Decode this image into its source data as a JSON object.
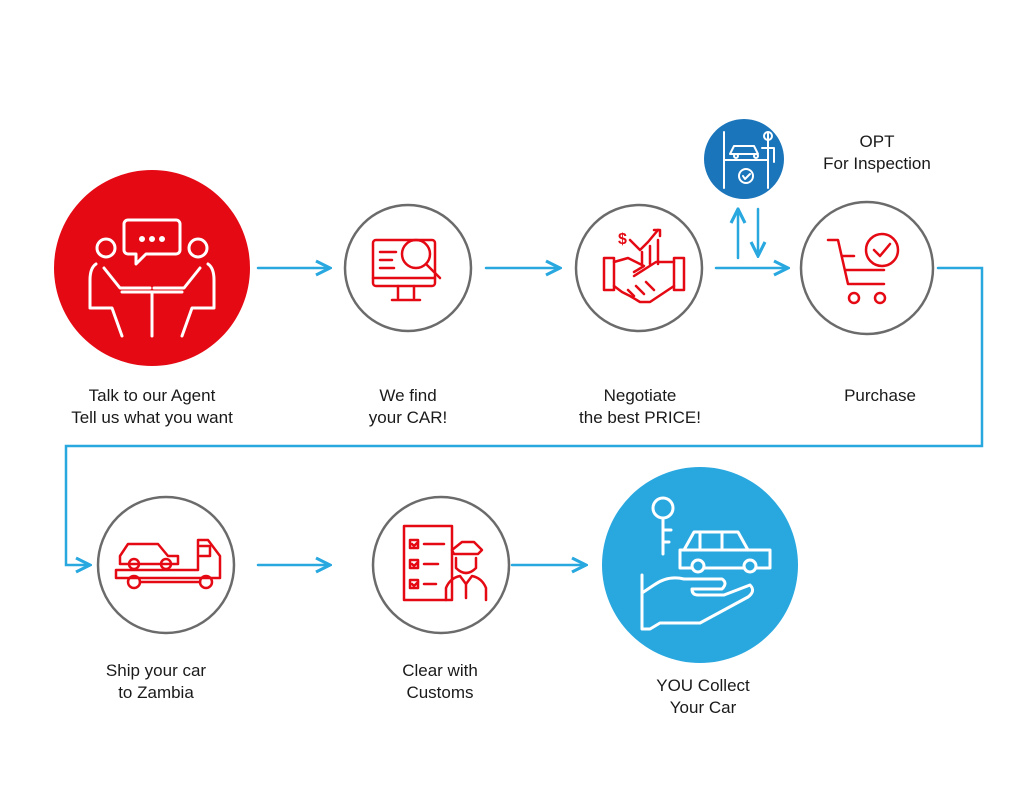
{
  "colors": {
    "red": "#e50914",
    "blue": "#29a8e0",
    "dark_blue": "#1b75bb",
    "ring": "#6b6b6b",
    "text": "#1a1a1a"
  },
  "steps": [
    {
      "lines": [
        "Talk to our Agent",
        "Tell us what you want"
      ],
      "icon": "meeting-chat-icon"
    },
    {
      "lines": [
        "We find",
        "your CAR!"
      ],
      "icon": "monitor-search-icon"
    },
    {
      "lines": [
        "Negotiate",
        "the best PRICE!"
      ],
      "icon": "handshake-deal-icon"
    },
    {
      "lines": [
        "Purchase"
      ],
      "icon": "shopping-cart-check-icon"
    },
    {
      "lines": [
        "Ship your car",
        "to Zambia"
      ],
      "icon": "tow-truck-icon"
    },
    {
      "lines": [
        "Clear with",
        "Customs"
      ],
      "icon": "customs-officer-checklist-icon"
    },
    {
      "lines": [
        "YOU Collect",
        "Your Car"
      ],
      "icon": "key-car-hand-icon"
    }
  ],
  "inspection": {
    "lines": [
      "OPT",
      "For Inspection"
    ],
    "icon": "car-lift-inspection-icon"
  }
}
